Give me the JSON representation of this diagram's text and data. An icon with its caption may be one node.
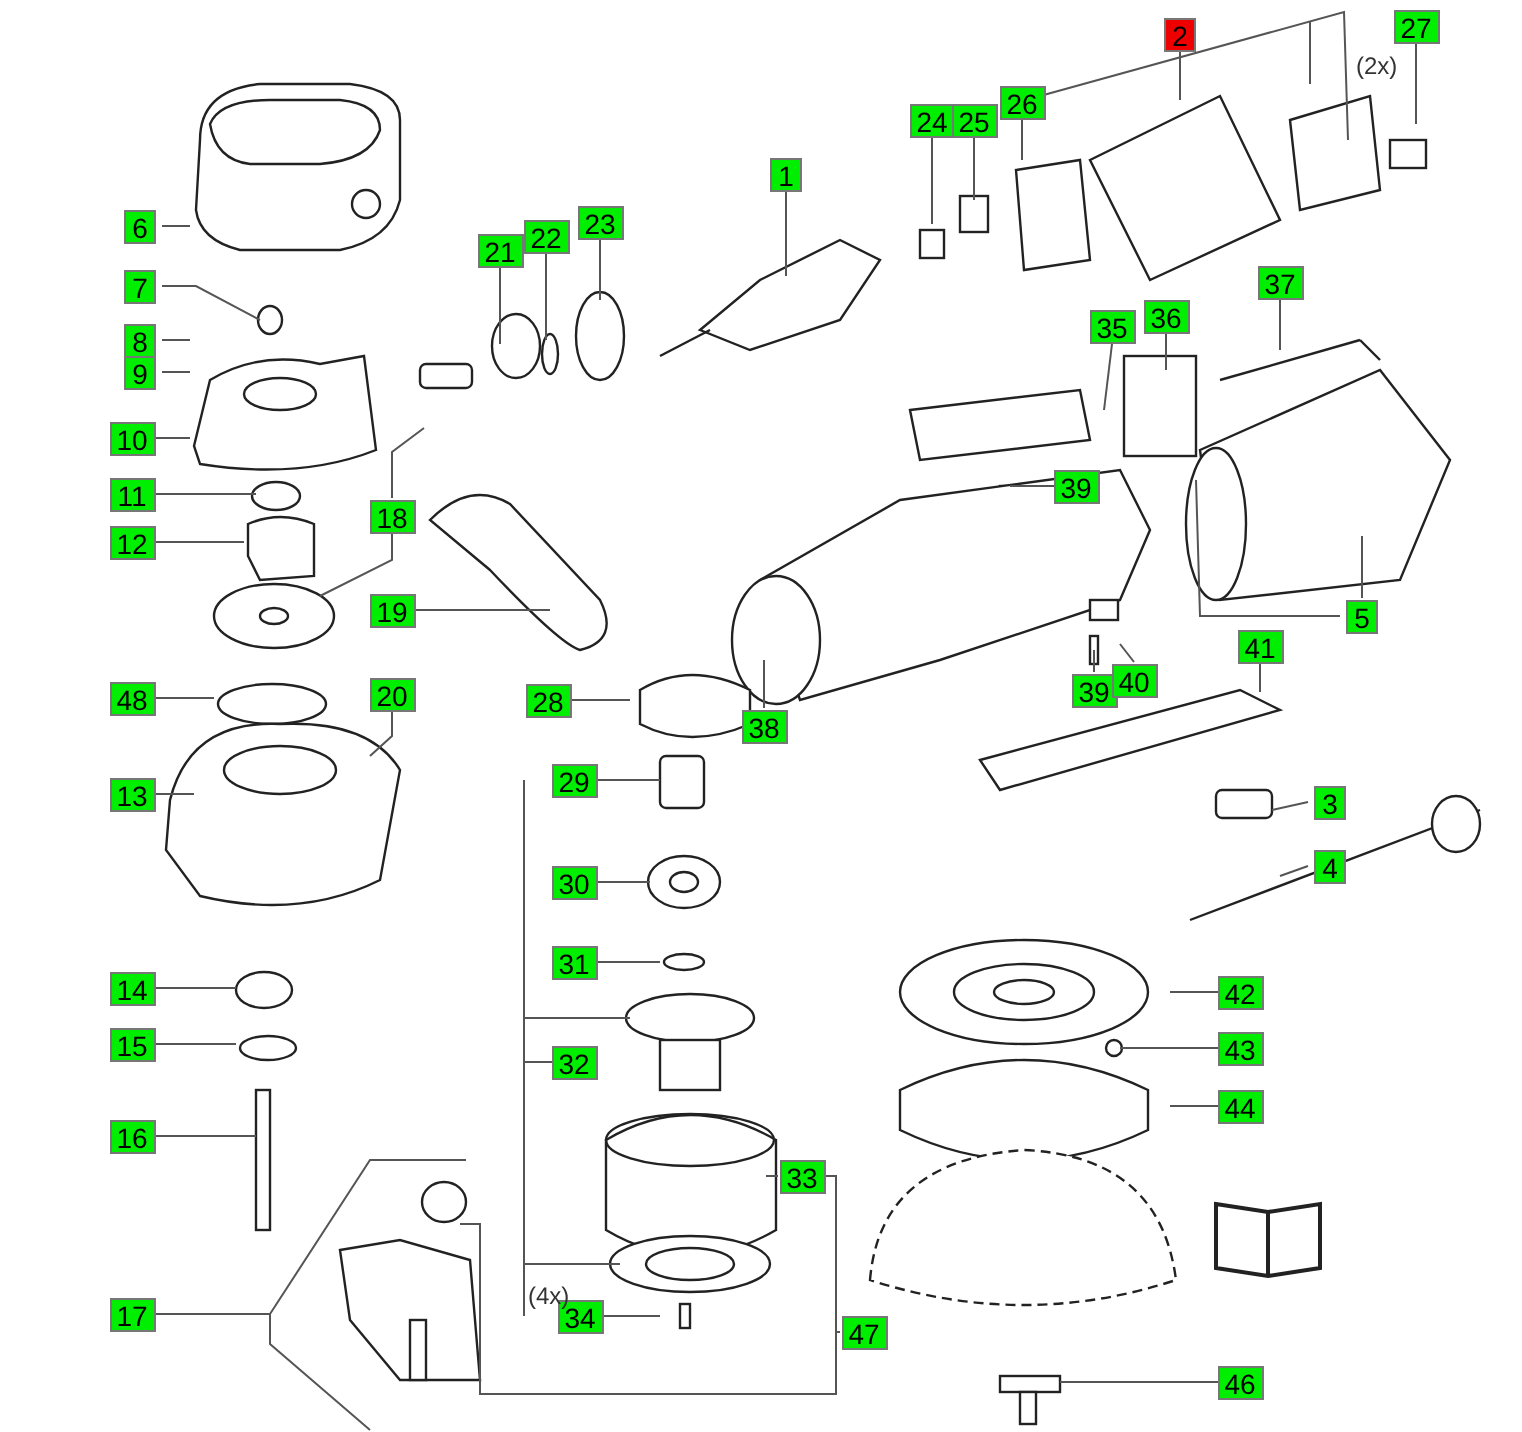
{
  "diagram": {
    "nodes": [
      {
        "text": [
          "2"
        ]
      },
      {
        "text": [
          "27"
        ]
      },
      {
        "text": [
          "26"
        ]
      },
      {
        "text": [
          "24"
        ]
      },
      {
        "text": [
          "25"
        ]
      },
      {
        "text": [
          "1"
        ]
      },
      {
        "text": [
          "6"
        ]
      },
      {
        "text": [
          "23"
        ]
      },
      {
        "text": [
          "22"
        ]
      },
      {
        "text": [
          "21"
        ]
      },
      {
        "text": [
          "37"
        ]
      },
      {
        "text": [
          "7"
        ]
      },
      {
        "text": [
          "35"
        ]
      },
      {
        "text": [
          "36"
        ]
      },
      {
        "text": [
          "8"
        ]
      },
      {
        "text": [
          "9"
        ]
      },
      {
        "text": [
          "10"
        ]
      },
      {
        "text": [
          "39"
        ]
      },
      {
        "text": [
          "11"
        ]
      },
      {
        "text": [
          "18"
        ]
      },
      {
        "text": [
          "12"
        ]
      },
      {
        "text": [
          "19"
        ]
      },
      {
        "text": [
          "5"
        ]
      },
      {
        "text": [
          "41"
        ]
      },
      {
        "text": [
          "39"
        ]
      },
      {
        "text": [
          "40"
        ]
      },
      {
        "text": [
          "48"
        ]
      },
      {
        "text": [
          "20"
        ]
      },
      {
        "text": [
          "28"
        ]
      },
      {
        "text": [
          "38"
        ]
      },
      {
        "text": [
          "29"
        ]
      },
      {
        "text": [
          "13"
        ]
      },
      {
        "text": [
          "3"
        ]
      },
      {
        "text": [
          "4"
        ]
      },
      {
        "text": [
          "30"
        ]
      },
      {
        "text": [
          "31"
        ]
      },
      {
        "text": [
          "14"
        ]
      },
      {
        "text": [
          "42"
        ]
      },
      {
        "text": [
          "15"
        ]
      },
      {
        "text": [
          "32"
        ]
      },
      {
        "text": [
          "43"
        ]
      },
      {
        "text": [
          "44"
        ]
      },
      {
        "text": [
          "16"
        ]
      },
      {
        "text": [
          "33"
        ]
      },
      {
        "text": [
          "34"
        ]
      },
      {
        "text": [
          "17"
        ]
      },
      {
        "text": [
          "47"
        ]
      },
      {
        "text": [
          "46"
        ]
      }
    ],
    "edges": [
      {
        "from": 0,
        "to": null,
        "arrow": "none"
      },
      {
        "from": 1,
        "to": null,
        "arrow": "none"
      },
      {
        "from": 2,
        "to": null,
        "arrow": "none"
      },
      {
        "from": 3,
        "to": null,
        "arrow": "none"
      },
      {
        "from": 4,
        "to": null,
        "arrow": "none"
      },
      {
        "from": 5,
        "to": null,
        "arrow": "none"
      },
      {
        "from": 6,
        "to": null,
        "arrow": "none"
      },
      {
        "from": 7,
        "to": null,
        "arrow": "none"
      },
      {
        "from": 8,
        "to": null,
        "arrow": "none"
      },
      {
        "from": 9,
        "to": null,
        "arrow": "none"
      },
      {
        "from": 10,
        "to": null,
        "arrow": "none"
      },
      {
        "from": 11,
        "to": null,
        "arrow": "none"
      },
      {
        "from": 12,
        "to": null,
        "arrow": "none"
      },
      {
        "from": 13,
        "to": null,
        "arrow": "none"
      },
      {
        "from": 14,
        "to": null,
        "arrow": "none"
      },
      {
        "from": 15,
        "to": null,
        "arrow": "none"
      },
      {
        "from": 16,
        "to": null,
        "arrow": "none"
      },
      {
        "from": 17,
        "to": null,
        "arrow": "none"
      },
      {
        "from": 18,
        "to": null,
        "arrow": "none"
      },
      {
        "from": 19,
        "to": null,
        "arrow": "none"
      },
      {
        "from": 20,
        "to": null,
        "arrow": "none"
      },
      {
        "from": 21,
        "to": null,
        "arrow": "none"
      },
      {
        "from": 22,
        "to": null,
        "arrow": "none"
      },
      {
        "from": 23,
        "to": null,
        "arrow": "none"
      },
      {
        "from": 24,
        "to": null,
        "arrow": "none"
      },
      {
        "from": 25,
        "to": null,
        "arrow": "none"
      },
      {
        "from": 26,
        "to": null,
        "arrow": "none"
      },
      {
        "from": 27,
        "to": null,
        "arrow": "none"
      },
      {
        "from": 28,
        "to": null,
        "arrow": "none"
      },
      {
        "from": 29,
        "to": null,
        "arrow": "none"
      },
      {
        "from": 30,
        "to": null,
        "arrow": "none"
      },
      {
        "from": 31,
        "to": null,
        "arrow": "none"
      },
      {
        "from": 32,
        "to": null,
        "arrow": "none"
      },
      {
        "from": 33,
        "to": null,
        "arrow": "none"
      },
      {
        "from": 34,
        "to": null,
        "arrow": "none"
      },
      {
        "from": 35,
        "to": null,
        "arrow": "none"
      },
      {
        "from": 36,
        "to": null,
        "arrow": "none"
      },
      {
        "from": 37,
        "to": null,
        "arrow": "none"
      },
      {
        "from": 38,
        "to": null,
        "arrow": "none"
      },
      {
        "from": 39,
        "to": null,
        "arrow": "none"
      },
      {
        "from": 40,
        "to": null,
        "arrow": "none"
      },
      {
        "from": 41,
        "to": null,
        "arrow": "none"
      },
      {
        "from": 42,
        "to": null,
        "arrow": "none"
      },
      {
        "from": 43,
        "to": null,
        "arrow": "none"
      },
      {
        "from": 44,
        "to": null,
        "arrow": "none"
      },
      {
        "from": 45,
        "to": null,
        "arrow": "none"
      },
      {
        "from": 46,
        "to": null,
        "arrow": "none"
      },
      {
        "from": 47,
        "to": null,
        "arrow": "none"
      }
    ],
    "labels": [
      "(2x)",
      "(4x)"
    ]
  }
}
